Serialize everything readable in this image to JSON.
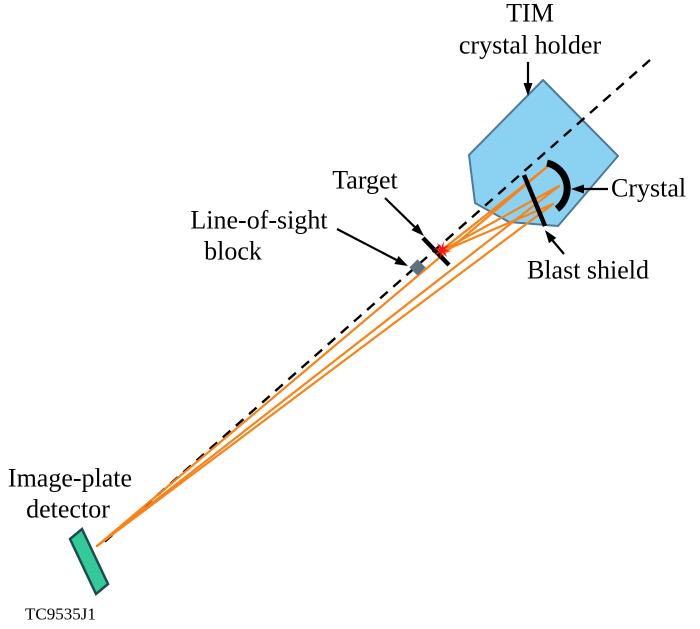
{
  "figure": {
    "labels": {
      "tim_line1": "TIM",
      "tim_line2": "crystal holder",
      "crystal": "Crystal",
      "blast_shield": "Blast shield",
      "target": "Target",
      "los_line1": "Line-of-sight",
      "los_line2": "block",
      "detector_line1": "Image-plate",
      "detector_line2": "detector",
      "figure_id": "TC9535J1"
    },
    "colors": {
      "holder_fill": "#8BD2F2",
      "holder_stroke": "#4E7A99",
      "detector_fill": "#34C998",
      "detector_stroke": "#1F4A50",
      "ray": "#F98318",
      "block": "#5D7280",
      "star": "#FF1414",
      "ink": "#000000"
    }
  }
}
